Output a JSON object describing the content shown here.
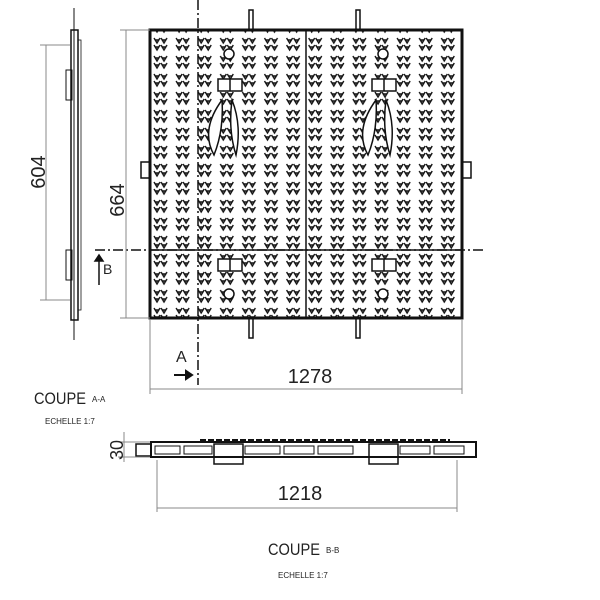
{
  "dimensions": {
    "height_side": "604",
    "height_plate": "664",
    "width_plate": "1278",
    "thickness": "30",
    "width_section": "1218"
  },
  "section_marks": {
    "a": "A",
    "b": "B"
  },
  "section_aa": {
    "title": "COUPE",
    "suffix": "A-A",
    "scale": "ECHELLE 1:7"
  },
  "section_bb": {
    "title": "COUPE",
    "suffix": "B-B",
    "scale": "ECHELLE 1:7"
  },
  "colors": {
    "line": "#111111",
    "dimension": "#888888"
  }
}
